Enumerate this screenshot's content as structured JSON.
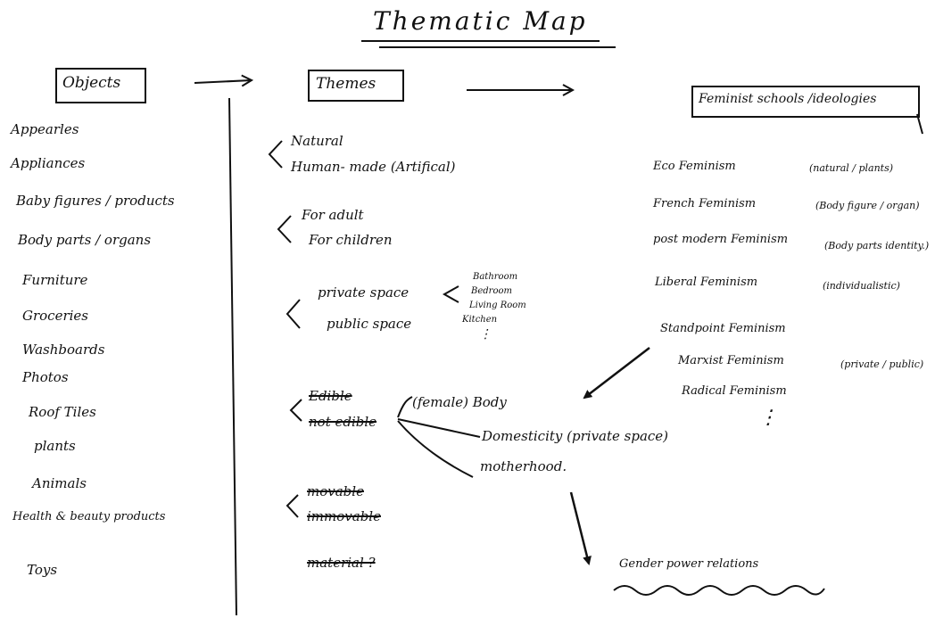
{
  "title": "Thematic Map",
  "headers": {
    "objects": "Objects",
    "themes": "Themes",
    "feminist": "Feminist schools /ideologies"
  },
  "objects": [
    "Appearles",
    "Appliances",
    "Baby figures / products",
    "Body parts / organs",
    "Furniture",
    "Groceries",
    "Washboards",
    "Photos",
    "Roof Tiles",
    "plants",
    "Animals",
    "Health & beauty products",
    "Toys"
  ],
  "themes": {
    "natural": "Natural",
    "human_made": "Human- made (Artifical)",
    "for_adult": "For adult",
    "for_children": "For children",
    "private_space": "private space",
    "public_space": "public space",
    "rooms": [
      "Bathroom",
      "Bedroom",
      "Living Room",
      "Kitchen"
    ],
    "rooms_more": "⋮",
    "edible": "Edible",
    "not_edible": "not edible",
    "movable": "movable",
    "immovable": "immovable",
    "material": "material ?"
  },
  "middle": {
    "body": "(female) Body",
    "domesticity": "Domesticity (private space)",
    "motherhood": "motherhood."
  },
  "feminism": {
    "eco": "Eco Feminism",
    "eco_note": "(natural / plants)",
    "french": "French Feminism",
    "french_note": "(Body figure / organ)",
    "postmodern": "post modern Feminism",
    "postmodern_note": "(Body parts identity.)",
    "liberal": "Liberal Feminism",
    "liberal_note": "(individualistic)",
    "standpoint": "Standpoint Feminism",
    "marxist": "Marxist Feminism",
    "marxist_note": "(private / public)",
    "radical": "Radical Feminism",
    "more": "⋮"
  },
  "result": "Gender power relations",
  "colors": {
    "ink": "#111111",
    "paper": "#ffffff"
  }
}
